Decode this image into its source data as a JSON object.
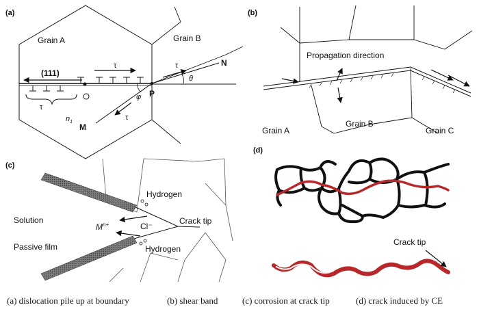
{
  "panels": {
    "a": {
      "tag": "(a)",
      "grain_a": "Grain A",
      "grain_b": "Grain B",
      "plane": "(111)",
      "tau": "τ",
      "n1": "n",
      "n1_sub": "1",
      "point_p": "P",
      "point_o": "O",
      "point_m": "M",
      "point_n": "N",
      "phi": "φ",
      "theta": "θ"
    },
    "b": {
      "tag": "(b)",
      "propagation": "Propagation direction",
      "grain_a": "Grain A",
      "grain_b": "Grain B",
      "grain_c": "Grain C"
    },
    "c": {
      "tag": "(c)",
      "solution": "Solution",
      "passive_film": "Passive film",
      "hydrogen_top": "Hydrogen",
      "hydrogen_bottom": "Hydrogen",
      "chloride": "Cl⁻",
      "metal_ion": "M",
      "metal_ion_sup": "n+",
      "crack_tip": "Crack tip"
    },
    "d": {
      "tag": "(d)",
      "crack_tip": "Crack tip"
    }
  },
  "captions": [
    "(a) dislocation pile up at boundary",
    "(b) shear band",
    "(c) corrosion at crack tip",
    "(d) crack induced by CE"
  ],
  "colors": {
    "ink": "#111111",
    "crack_red": "#b8282a",
    "film_gray": "#8a8a8a"
  }
}
